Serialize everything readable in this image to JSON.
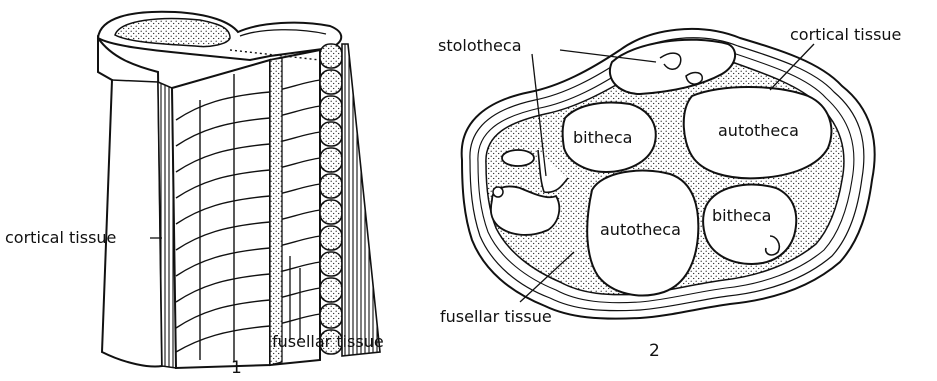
{
  "figure1": {
    "number": "1",
    "labels": {
      "cortical_tissue": "cortical tissue",
      "fusellar_tissue": "fusellar tissue"
    }
  },
  "figure2": {
    "number": "2",
    "labels": {
      "stolotheca": "stolotheca",
      "cortical_tissue": "cortical tissue",
      "bitheca_upper": "bitheca",
      "autotheca_upper": "autotheca",
      "autotheca_lower": "autotheca",
      "bitheca_lower": "bitheca",
      "fusellar_tissue": "fusellar tissue"
    }
  },
  "colors": {
    "ink": "#111111",
    "paper": "#ffffff"
  }
}
